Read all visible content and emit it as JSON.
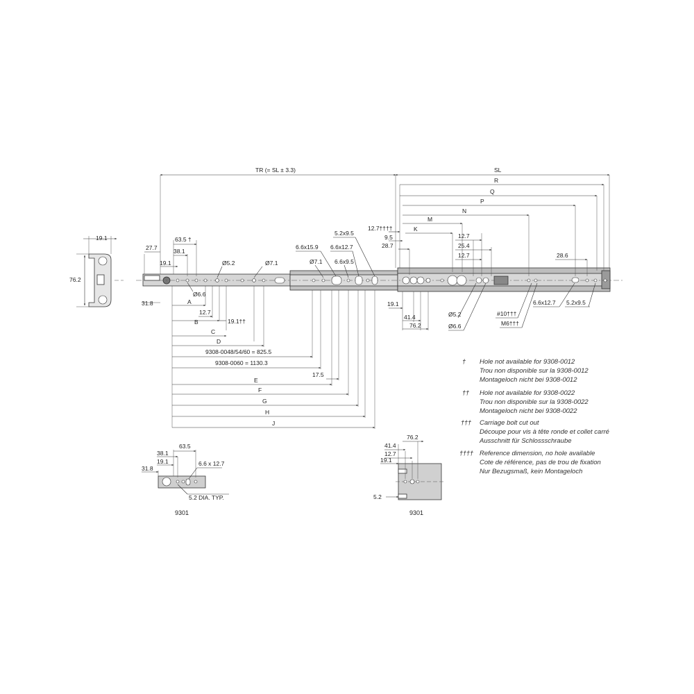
{
  "top_labels": {
    "tr": "TR (= SL ± 3.3)",
    "sl": "SL",
    "r": "R",
    "q": "Q",
    "p": "P",
    "n": "N",
    "m": "M",
    "k": "K"
  },
  "side_view": {
    "width": "19.1",
    "height": "76.2"
  },
  "member_dims": {
    "d27_7": "27.7",
    "d63_5": "63.5 †",
    "d38_1": "38.1",
    "d19_1": "19.1",
    "d31_8": "31.8",
    "phi5_2": "Ø5.2",
    "phi7_1a": "Ø7.1",
    "phi6_6": "Ø6.6",
    "d12_7": "12.7",
    "d19_1dd": "19.1††",
    "a": "A",
    "b": "B",
    "c": "C",
    "d": "D",
    "formula1": "9308-0048/54/60 = 825.5",
    "formula2": "9308-0060 = 1130.3",
    "d17_5": "17.5",
    "e": "E",
    "f": "F",
    "g": "G",
    "h": "H",
    "j": "J"
  },
  "middle_dims": {
    "slot5_2x9_5": "5.2x9.5",
    "slot6_6x15_9": "6.6x15.9",
    "slot6_6x12_7": "6.6x12.7",
    "phi7_1b": "Ø7.1",
    "slot6_6x9_5": "6.6x9.5"
  },
  "cabinet_dims": {
    "d12_7dddd": "12.7††††",
    "d9_5": "9.5",
    "d28_7": "28.7",
    "d12_7a": "12.7",
    "d25_4": "25.4",
    "d12_7b": "12.7",
    "d28_6": "28.6",
    "d19_1": "19.1",
    "d41_4": "41.4",
    "d76_2": "76.2",
    "phi5_2": "Ø5.2",
    "phi6_6": "Ø6.6",
    "no10": "#10†††",
    "m6": "M6†††",
    "slot6_6x12_7": "6.6x12.7",
    "slot5_2x9_5": "5.2x9.5"
  },
  "notes": [
    {
      "symbol": "†",
      "lines": [
        "Hole not available for 9308-0012",
        "Trou non disponible sur la 9308-0012",
        "Montageloch nicht bei 9308-0012"
      ]
    },
    {
      "symbol": "††",
      "lines": [
        "Hole not available for 9308-0022",
        "Trou non disponible sur la 9308-0022",
        "Montageloch nicht bei 9308-0022"
      ]
    },
    {
      "symbol": "†††",
      "lines": [
        "Carriage bolt cut out",
        "Découpe pour vis à tête ronde et collet carré",
        "Ausschnitt für Schlossschraube"
      ]
    },
    {
      "symbol": "††††",
      "lines": [
        "Reference dimension, no hole available",
        "Cote de référence, pas de trou de fixation",
        "Nur Bezugsmaß, kein Montageloch"
      ]
    }
  ],
  "detail_left": {
    "d38_1": "38.1",
    "d63_5": "63.5",
    "d19_1": "19.1",
    "d31_8": "31.8",
    "slot": "6.6 x 12.7",
    "dia": "5.2 DIA. TYP.",
    "caption": "9301"
  },
  "detail_right": {
    "d41_4": "41.4",
    "d76_2": "76.2",
    "d12_7": "12.7",
    "d19_1": "19.1",
    "d5_2": "5.2",
    "caption": "9301"
  },
  "colors": {
    "line": "#333333",
    "rail_fill": "#c9c9c9",
    "rail_dark": "#9a9a9a",
    "detail_fill": "#cfcfcf"
  }
}
